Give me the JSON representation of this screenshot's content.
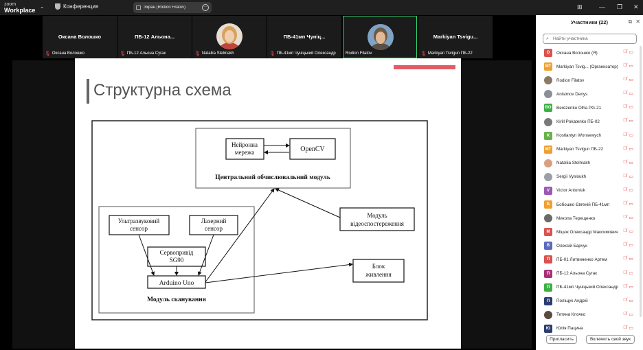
{
  "app": {
    "logo_line1": "zoom",
    "logo_line2": "Workplace",
    "meeting_label": "Конференция",
    "share_indicator": "Экран (Rodion Filatov)"
  },
  "video_tiles": [
    {
      "name": "Оксана Волошко",
      "caption": "Оксана Волошко",
      "has_photo": false
    },
    {
      "name": "ПБ-12  Альона...",
      "caption": "ПБ-12 Альона Сугак",
      "has_photo": false
    },
    {
      "name": "",
      "caption": "Nataliia Stelmakh",
      "has_photo": true
    },
    {
      "name": "ПБ-41мп  Чуніц...",
      "caption": "ПБ-41мп Чуніцький Олександр",
      "has_photo": false
    },
    {
      "name": "",
      "caption": "Rodion Filatov",
      "has_photo": true,
      "active": true
    },
    {
      "name": "Markiyan  Tsvigu...",
      "caption": "Markiyan Tsvigun ПБ-22",
      "has_photo": false
    }
  ],
  "slide": {
    "title": "Структурна схема",
    "diagram": {
      "cpu_module": "Центральний обчислювальний модуль",
      "neural_1": "Нейронна",
      "neural_2": "мережа",
      "opencv": "OpenCV",
      "ultra_1": "Ультразвуковий",
      "ultra_2": "сенсор",
      "laser_1": "Лазерний",
      "laser_2": "сенсор",
      "servo_1": "Сервопривід",
      "servo_2": "SG90",
      "arduino": "Arduino Uno",
      "scan_module": "Модуль сканування",
      "video_1": "Модуль",
      "video_2": "відеоспостереження",
      "power_1": "Блок",
      "power_2": "живлення"
    }
  },
  "panel": {
    "title": "Участники (22)",
    "search_placeholder": "Найти участника",
    "invite": "Пригласить",
    "unmute": "Включить свой звук"
  },
  "participants": [
    {
      "name": "Оксана Волошко (Я)",
      "initial": "О",
      "color": "#d9534f"
    },
    {
      "name": "Markiyan Tsvig... (Организатор)",
      "initial": "MT",
      "color": "#f0a030"
    },
    {
      "name": "Rodion Filatov",
      "initial": "",
      "color": "#8a7a6a"
    },
    {
      "name": "Anisimov Denys",
      "initial": "",
      "color": "#8a8f98"
    },
    {
      "name": "Berezenko Olha PG-21",
      "initial": "BO",
      "color": "#3cb043"
    },
    {
      "name": "Kirill Pokatenko ПБ-02",
      "initial": "",
      "color": "#7a7a7a"
    },
    {
      "name": "Kostiantyn Wonsewych",
      "initial": "K",
      "color": "#6ab04c"
    },
    {
      "name": "Markiyan Tsvigun ПБ-22",
      "initial": "MT",
      "color": "#f0a030"
    },
    {
      "name": "Nataliia Stelmakh",
      "initial": "",
      "color": "#d9a080"
    },
    {
      "name": "Sergii Vysloukh",
      "initial": "",
      "color": "#9aa0a8"
    },
    {
      "name": "Victor Antoniuk",
      "initial": "V",
      "color": "#9b59b6"
    },
    {
      "name": "Бобошко Євгеній ПБ-41мп",
      "initial": "Б",
      "color": "#f0a030"
    },
    {
      "name": "Микола Терещенко",
      "initial": "",
      "color": "#6a6a6a"
    },
    {
      "name": "Міцюк Олександр Максимович",
      "initial": "М",
      "color": "#d9534f"
    },
    {
      "name": "Олексій Барчук",
      "initial": "В",
      "color": "#5b6abf"
    },
    {
      "name": "ПБ-01 Литвиненко Артем",
      "initial": "П",
      "color": "#d9534f"
    },
    {
      "name": "ПБ-12 Альона Сугак",
      "initial": "П",
      "color": "#a83279"
    },
    {
      "name": "ПБ-41мп Чуніцький Олександр",
      "initial": "П",
      "color": "#3cb043"
    },
    {
      "name": "Поліщук Андрій",
      "initial": "П",
      "color": "#2c3e70"
    },
    {
      "name": "Тетяна Клочко",
      "initial": "",
      "color": "#5a4a40"
    },
    {
      "name": "Юлія Пацина",
      "initial": "Ю",
      "color": "#2c3e70"
    }
  ]
}
